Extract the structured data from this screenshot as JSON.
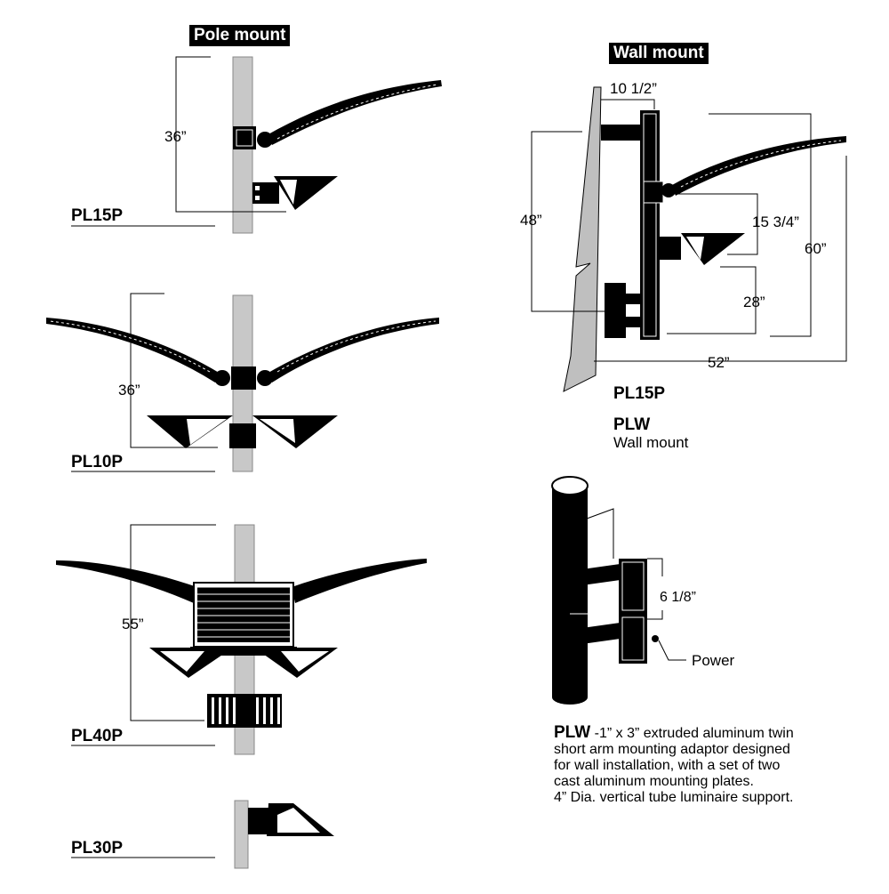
{
  "pole_mount": {
    "title": "Pole mount",
    "models": [
      {
        "name": "PL15P",
        "dimension": "36”"
      },
      {
        "name": "PL10P",
        "dimension": "36”"
      },
      {
        "name": "PL40P",
        "dimension": "55”"
      },
      {
        "name": "PL30P"
      }
    ]
  },
  "wall_mount": {
    "title": "Wall mount",
    "dimensions": {
      "offset": "10 1/2”",
      "height_arm": "48”",
      "fixture_gap": "15 3/4”",
      "total_height": "60”",
      "lower": "28”",
      "reach": "52”"
    },
    "model_label": "PL15P",
    "adaptor_name": "PLW",
    "adaptor_caption": "Wall mount"
  },
  "adaptor": {
    "dimension": "6 1/8”",
    "power_label": "Power",
    "description_name": "PLW",
    "description_lines": [
      "-1” x 3” extruded aluminum twin",
      "short arm mounting adaptor designed",
      "for wall installation, with a set of two",
      "cast aluminum mounting plates.",
      "4” Dia. vertical tube luminaire support."
    ]
  }
}
